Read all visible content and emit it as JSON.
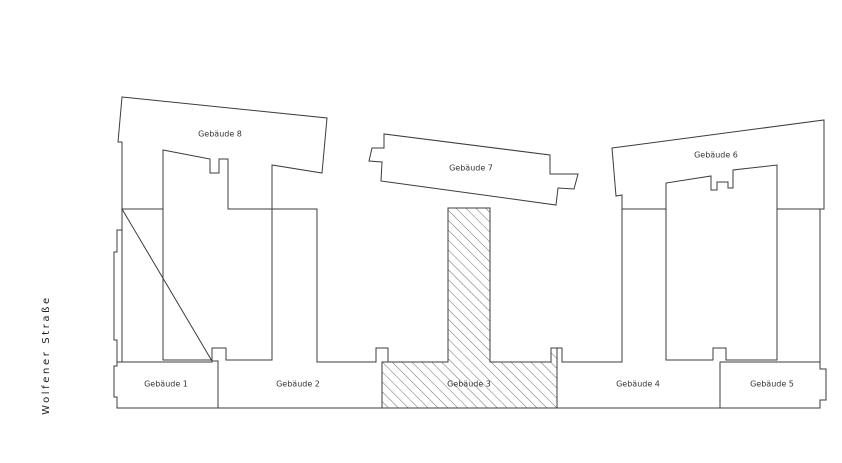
{
  "street": "Wolfener Straße",
  "buildings": [
    {
      "id": "1",
      "label": "Gebäude 1",
      "selected": false
    },
    {
      "id": "2",
      "label": "Gebäude 2",
      "selected": false
    },
    {
      "id": "3",
      "label": "Gebäude 3",
      "selected": true
    },
    {
      "id": "4",
      "label": "Gebäude 4",
      "selected": false
    },
    {
      "id": "5",
      "label": "Gebäude 5",
      "selected": false
    },
    {
      "id": "6",
      "label": "Gebäude 6",
      "selected": false
    },
    {
      "id": "7",
      "label": "Gebäude 7",
      "selected": false
    },
    {
      "id": "8",
      "label": "Gebäude 8",
      "selected": false
    }
  ],
  "colors": {
    "outline": "#3c3c3c",
    "hatch": "#6e6e6e",
    "background": "#ffffff"
  }
}
